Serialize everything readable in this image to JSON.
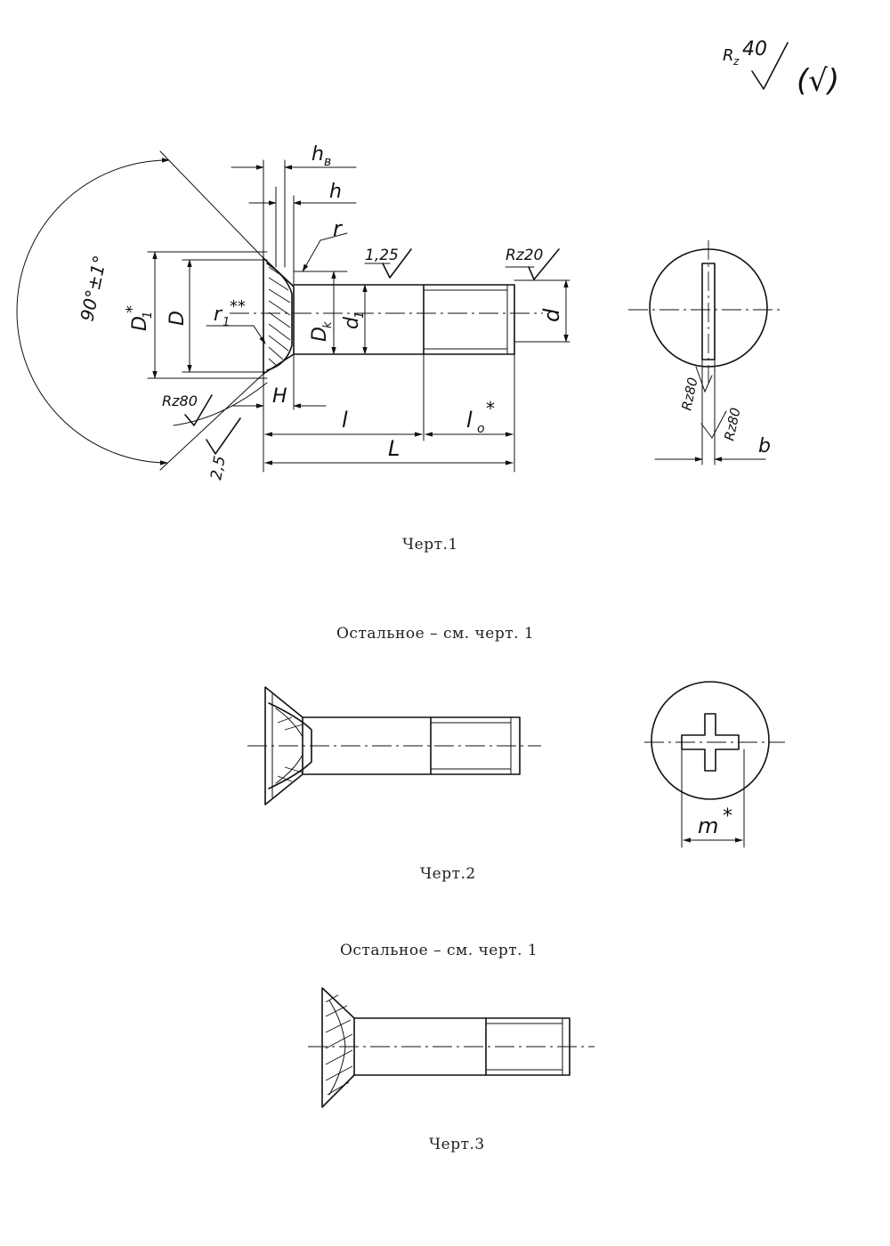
{
  "roughness": {
    "general": "Rz40",
    "general_prefix": "R",
    "general_sub": "z",
    "general_val": "40",
    "bracket_symbol": "(√)"
  },
  "fig1": {
    "labels": {
      "hv": "h",
      "hv_sub": "в",
      "h": "h",
      "r": "r",
      "r1": "r",
      "r1_sub": "1",
      "r1_sup": "**",
      "D1": "D",
      "D1_sub": "1",
      "D1_sup": "*",
      "D": "D",
      "Dk": "D",
      "Dk_sub": "k",
      "d1": "d",
      "d1_sub": "1",
      "d": "d",
      "H": "H",
      "l": "l",
      "l0": "l",
      "l0_sub": "o",
      "l0_sup": "*",
      "L": "L",
      "b": "b",
      "angle": "90°±1°",
      "rough_125": "1,25",
      "rough_rz20": "Rz20",
      "rough_rz80_head": "Rz80",
      "rough_25": "2,5",
      "rough_rz80_a": "Rz80",
      "rough_rz80_b": "Rz80"
    },
    "caption": "Черт.1"
  },
  "note_2": "Остальное – см. черт. 1",
  "fig2": {
    "labels": {
      "m": "m",
      "m_sup": "*"
    },
    "caption": "Черт.2"
  },
  "note_3": "Остальное – см. черт. 1",
  "fig3": {
    "caption": "Черт.3"
  }
}
